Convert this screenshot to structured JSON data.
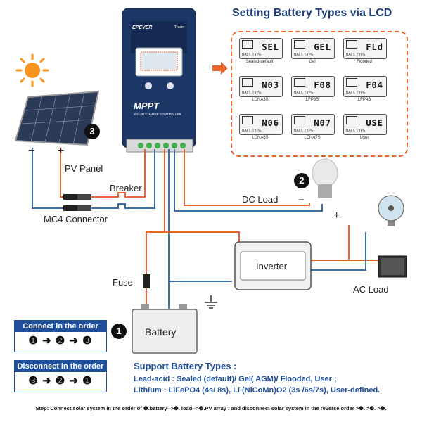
{
  "title": "Setting Battery Types via LCD",
  "controller": {
    "brand": "EPEVER",
    "model": "Tracer",
    "product": "MPPT",
    "subtitle": "SOLAR CHARGE CONTROLLER"
  },
  "lcd_modes": [
    {
      "code": "SEL",
      "caption": "Sealed(default)"
    },
    {
      "code": "GEL",
      "caption": "Gel"
    },
    {
      "code": "FLd",
      "caption": "Flooded"
    },
    {
      "code": "F04",
      "caption": "LFP4S"
    },
    {
      "code": "F08",
      "caption": "LFP8S"
    },
    {
      "code": "N03",
      "caption": "LCNA3S"
    },
    {
      "code": "N06",
      "caption": "LCNA6S"
    },
    {
      "code": "N07",
      "caption": "LCNA7S"
    },
    {
      "code": "USE",
      "caption": "User"
    }
  ],
  "lcd_type_label": "BATT. TYPE",
  "labels": {
    "pv_panel": "PV Panel",
    "breaker": "Breaker",
    "mc4": "MC4 Connector",
    "dc_load": "DC Load",
    "inverter": "Inverter",
    "fuse": "Fuse",
    "ac_load": "AC Load",
    "battery": "Battery",
    "minus": "−",
    "plus": "+"
  },
  "badges": {
    "pv": "3",
    "dc": "2",
    "battery": "1"
  },
  "connect": {
    "title": "Connect  in the order",
    "sequence": "❶ ➜ ❷ ➜ ❸"
  },
  "disconnect": {
    "title": "Disconnect  in the order",
    "sequence": "❸ ➜ ❷ ➜ ❶"
  },
  "support": {
    "title": "Support Battery Types :",
    "line1": "Lead-acid : Sealed (default)/ Gel( AGM)/ Flooded, User ;",
    "line2": "Lithium : LiFePO4 (4s/ 8s), Li (NiCoMn)O2 (3s /6s/7s), User-defined."
  },
  "step": "Step: Connect solar system in the order of ❶.battery-->❷. load-->❸.PV array ; and disconnect solar system in the reverse order >❸. >❷. >❶.",
  "colors": {
    "accent": "#1f4f9a",
    "dashed": "#e8642a",
    "wire_orange": "#e8642a",
    "wire_blue": "#3a6fb0"
  }
}
